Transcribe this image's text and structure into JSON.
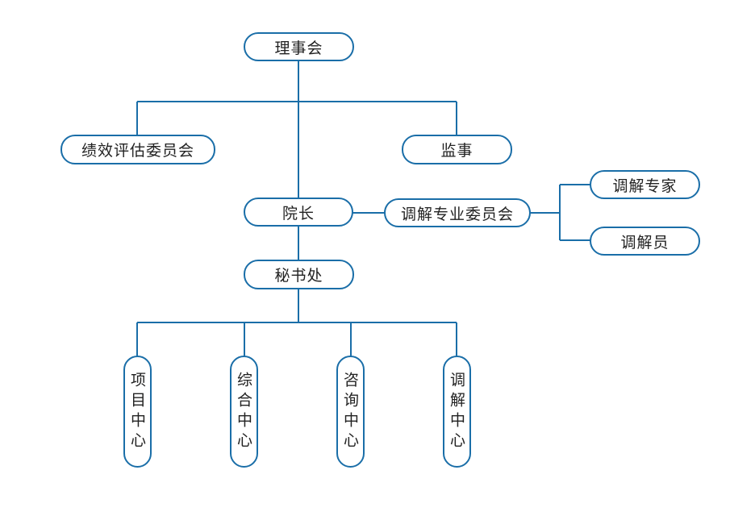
{
  "org_chart": {
    "board": "理事会",
    "evaluation_committee": "绩效评估委员会",
    "supervisor": "监事",
    "president": "院长",
    "mediation_committee": "调解专业委员会",
    "mediation_expert": "调解专家",
    "mediator": "调解员",
    "secretariat": "秘书处",
    "centers": [
      {
        "label": "项目中心"
      },
      {
        "label": "综合中心"
      },
      {
        "label": "咨询中心"
      },
      {
        "label": "调解中心"
      }
    ]
  },
  "colors": {
    "line": "#1a6ea8",
    "box_border": "#1a6ea8",
    "text": "#222222",
    "background": "#ffffff"
  }
}
